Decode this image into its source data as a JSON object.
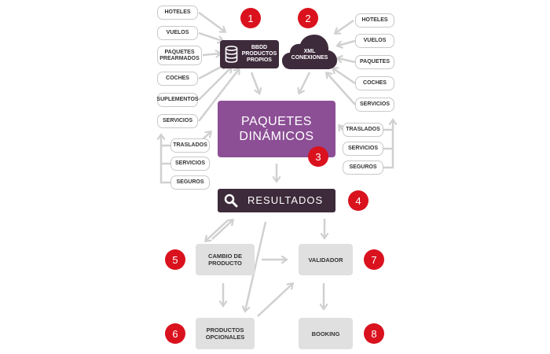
{
  "left_sources": [
    "HOTELES",
    "VUELOS",
    "PAQUETES\nPREARMADOS",
    "COCHES",
    "SUPLEMENTOS",
    "SERVICIOS"
  ],
  "left_sub": [
    "TRASLADOS",
    "SERVICIOS",
    "SEGUROS"
  ],
  "right_sources": [
    "HOTELES",
    "VUELOS",
    "PAQUETES",
    "COCHES",
    "SERVICIOS"
  ],
  "right_sub": [
    "TRASLADOS",
    "SERVICIOS",
    "SEGUROS"
  ],
  "db_box": {
    "label": "BBDD\nPRODUCTOS\nPROPIOS",
    "icon": "database-icon"
  },
  "xml_box": {
    "label": "XML\nCONEXIONES",
    "icon": "cloud-icon"
  },
  "main_box": {
    "label": "PAQUETES\nDINÁMICOS"
  },
  "results_box": {
    "label": "RESULTADOS",
    "icon": "search-icon"
  },
  "steps": {
    "cambio": "CAMBIO DE\nPRODUCTO",
    "validador": "VALIDADOR",
    "opcionales": "PRODUCTOS\nOPCIONALES",
    "booking": "BOOKING"
  },
  "badges": [
    "1",
    "2",
    "3",
    "4",
    "5",
    "6",
    "7",
    "8"
  ],
  "colors": {
    "badge": "#d9121e",
    "dark_box": "#3d2a3a",
    "main_box": "#8c4f95",
    "step_box": "#e0e0e0",
    "arrow": "#d0d0d0"
  }
}
